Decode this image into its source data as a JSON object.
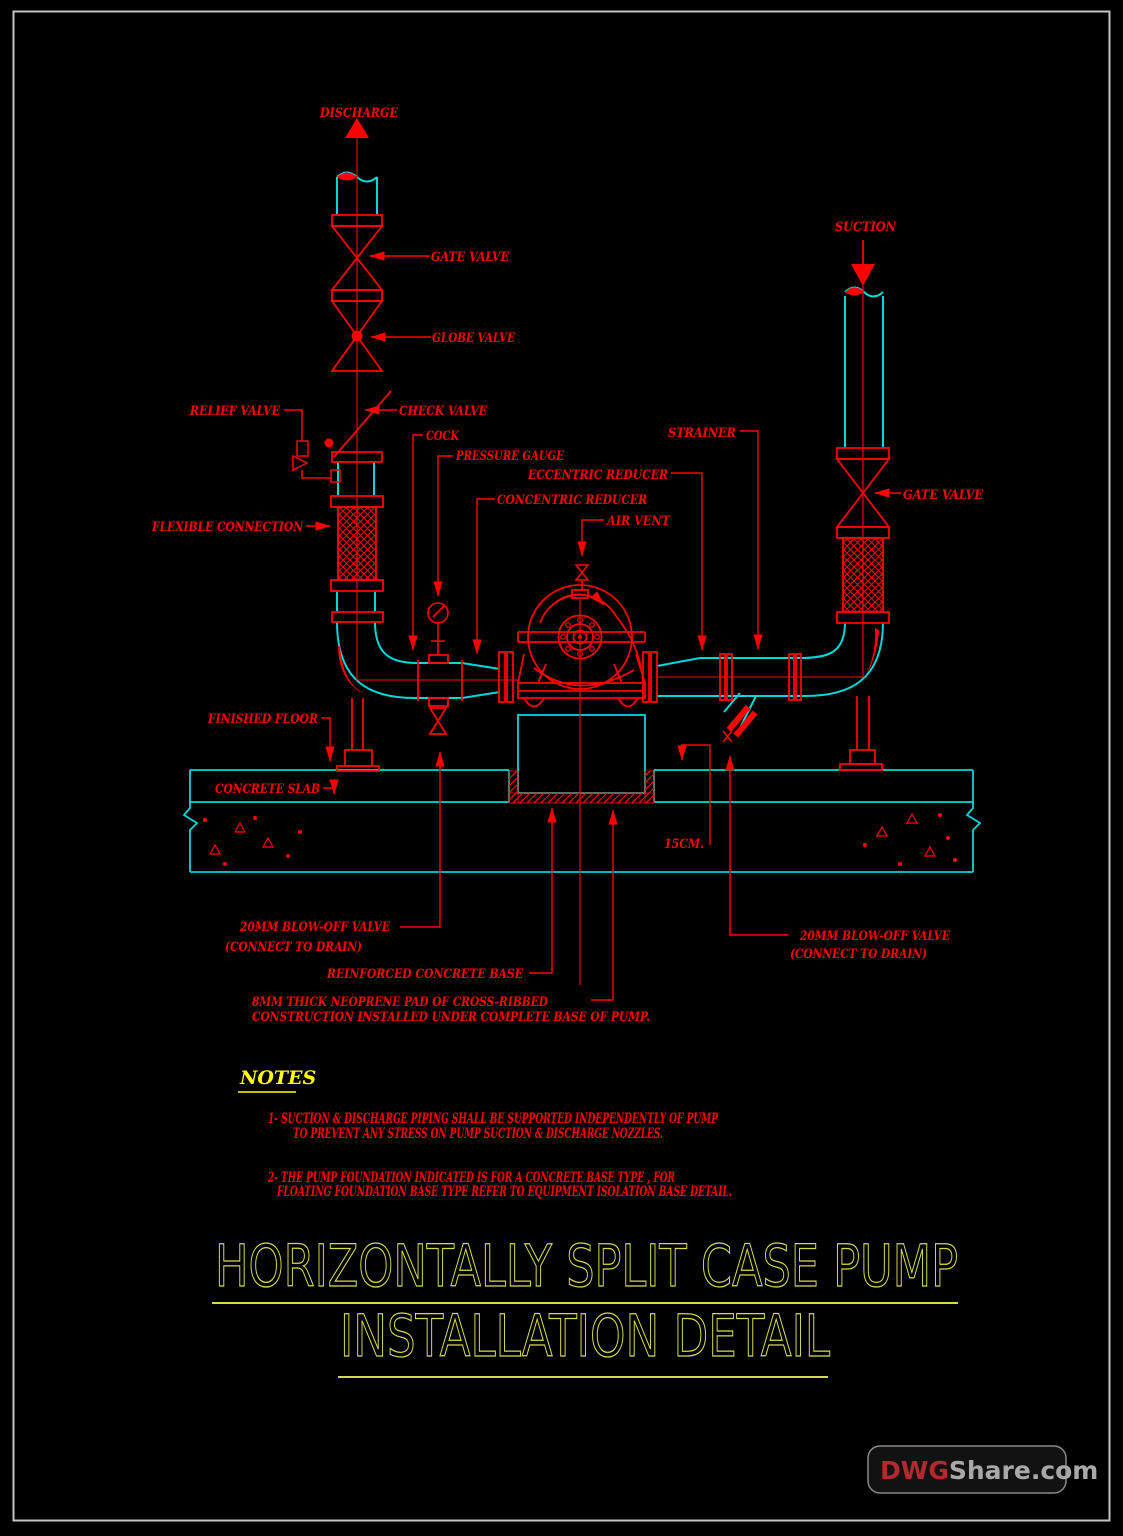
{
  "colors": {
    "red": "#ff0000",
    "cyan": "#00d8d8",
    "yellow": "#ffff00",
    "title_yellow": "#d5d94e",
    "frame_gray": "#c4c4c4",
    "watermark_red": "#b5292e",
    "watermark_gray": "#a8a8a8"
  },
  "labels": {
    "discharge": "DISCHARGE",
    "gate_valve_left": "GATE VALVE",
    "globe_valve": "GLOBE VALVE",
    "check_valve": "CHECK VALVE",
    "relief_valve": "RELIEF VALVE",
    "cock": "COCK",
    "pressure_gauge": "PRESSURE GAUGE",
    "eccentric_reducer": "ECCENTRIC REDUCER",
    "concentric_reducer": "CONCENTRIC REDUCER",
    "air_vent": "AIR VENT",
    "strainer": "STRAINER",
    "suction": "SUCTION",
    "gate_valve_right": "GATE VALVE",
    "flexible_connection": "FLEXIBLE CONNECTION",
    "finished_floor": "FINISHED FLOOR",
    "concrete_slab": "CONCRETE SLAB",
    "dim_15cm": "15CM.",
    "blow_off_left_1": "20MM BLOW-OFF VALVE",
    "blow_off_left_2": "(CONNECT TO DRAIN)",
    "reinforced_base": "REINFORCED CONCRETE BASE",
    "neoprene_1": "8MM THICK NEOPRENE PAD OF CROSS-RIBBED",
    "neoprene_2": "CONSTRUCTION INSTALLED UNDER COMPLETE BASE OF PUMP.",
    "blow_off_right_1": "20MM BLOW-OFF VALVE",
    "blow_off_right_2": "(CONNECT TO DRAIN)"
  },
  "notes": {
    "heading": "NOTES",
    "note1_line1": "1- SUCTION & DISCHARGE PIPING SHALL BE SUPPORTED INDEPENDENTLY OF PUMP",
    "note1_line2": "TO PREVENT ANY STRESS ON PUMP SUCTION & DISCHARGE NOZZLES.",
    "note2_line1": "2- THE PUMP FOUNDATION INDICATED IS FOR A CONCRETE BASE TYPE , FOR",
    "note2_line2": "FLOATING FOUNDATION BASE TYPE REFER TO EQUIPMENT ISOLATION BASE DETAIL."
  },
  "title": {
    "line1": "HORIZONTALLY SPLIT CASE PUMP",
    "line2": "INSTALLATION DETAIL"
  },
  "watermark": {
    "brand_prefix": "DWG",
    "brand_suffix": "Share.com"
  }
}
